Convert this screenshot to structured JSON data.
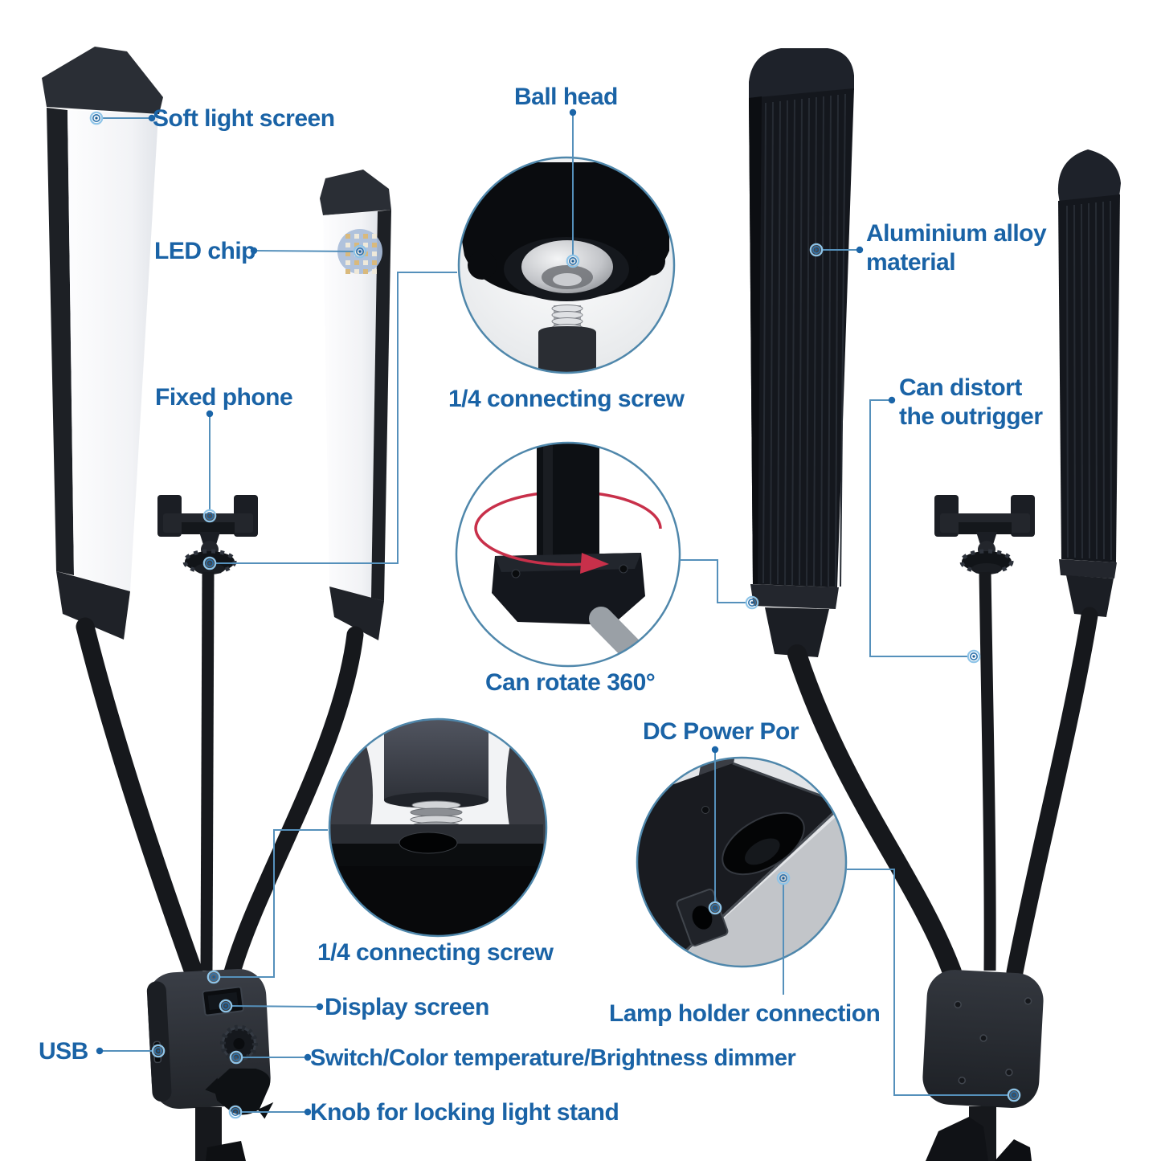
{
  "colors": {
    "label_blue": "#1a63a6",
    "leader_blue": "#5590bb",
    "arrow_red": "#c8304a",
    "background": "#ffffff"
  },
  "callouts": {
    "soft_light_screen": "Soft light screen",
    "led_chip": "LED chip",
    "fixed_phone": "Fixed phone",
    "ball_head": "Ball head",
    "connecting_screw_top": "1/4 connecting screw",
    "aluminium_alloy": {
      "line1": "Aluminium alloy",
      "line2": "material"
    },
    "can_distort": {
      "line1": "Can distort",
      "line2": "the outrigger"
    },
    "can_rotate": "Can rotate 360°",
    "dc_power_port": "DC Power Por",
    "connecting_screw_bottom": "1/4 connecting screw",
    "display_screen": "Display screen",
    "lamp_holder_connection": "Lamp holder connection",
    "usb": "USB",
    "switch_dimmer": "Switch/Color temperature/Brightness dimmer",
    "knob_locking": "Knob for locking light stand"
  }
}
